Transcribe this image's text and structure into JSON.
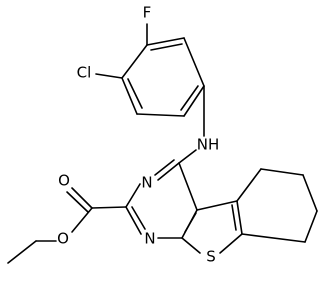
{
  "molecule": {
    "atoms": {
      "fluorine": "F",
      "chlorine": "Cl",
      "amine": "NH",
      "pyrimidine_n_upper": "N",
      "pyrimidine_n_lower": "N",
      "thiophene_s": "S",
      "carbonyl_o": "O",
      "ester_o": "O"
    }
  }
}
